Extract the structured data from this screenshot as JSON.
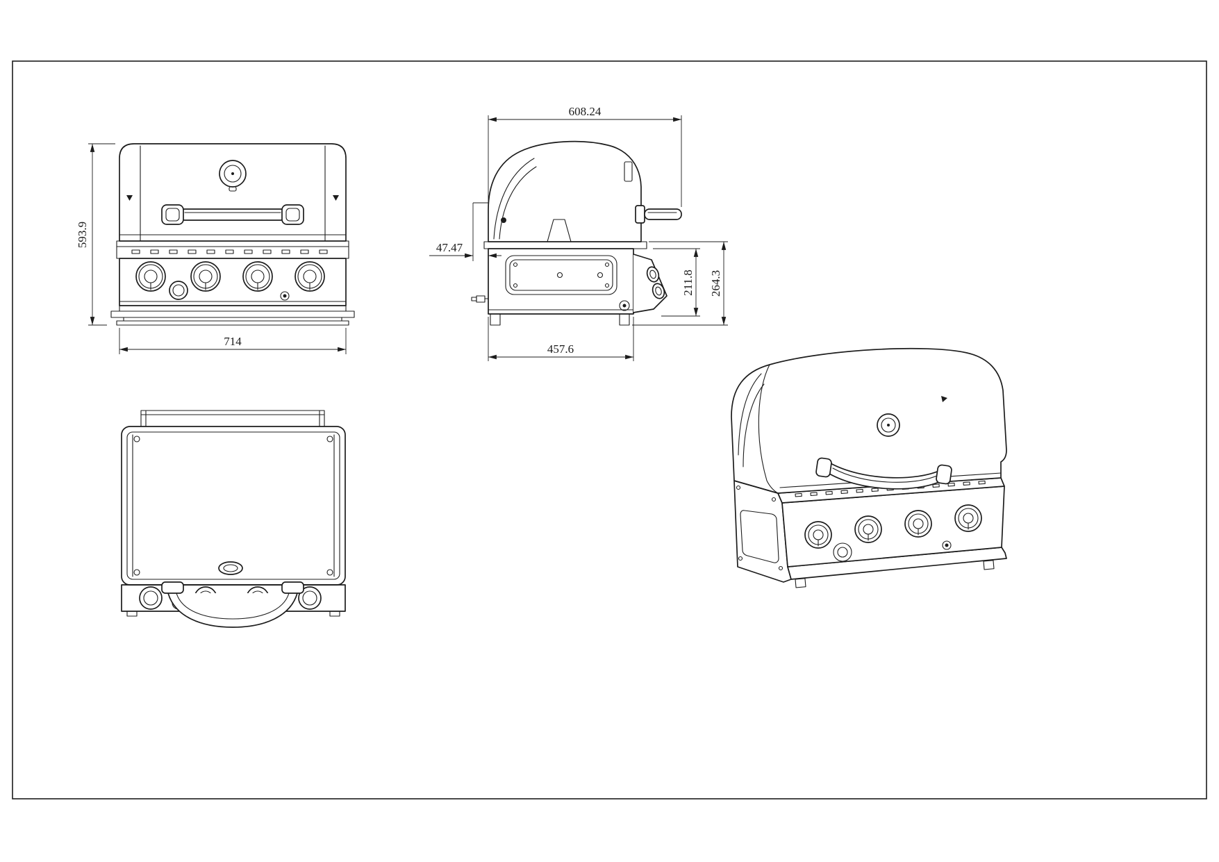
{
  "sheet": {
    "background": "#ffffff",
    "line_color": "#1c1c1c"
  },
  "front_view": {
    "height": "593.9",
    "width": "714"
  },
  "side_view": {
    "top_width": "608.24",
    "front_offset": "47.47",
    "inner_height": "211.8",
    "overall_height": "264.3",
    "bottom_depth": "457.6"
  }
}
